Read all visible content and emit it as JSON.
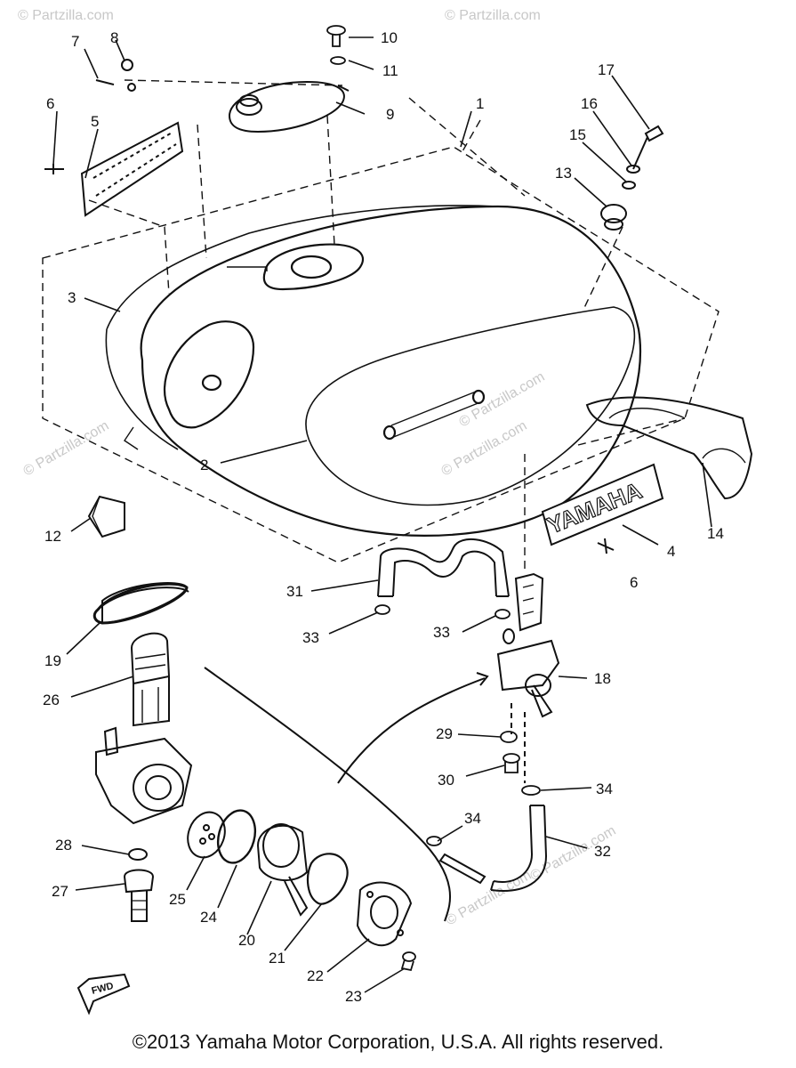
{
  "copyright": "©2013 Yamaha Motor Corporation, U.S.A. All rights reserved.",
  "watermark": "© Partzilla.com",
  "badge_text": "YAMAHA",
  "fwd_text": "FWD",
  "callouts": {
    "c1": "1",
    "c2": "2",
    "c3": "3",
    "c4": "4",
    "c5": "5",
    "c6a": "6",
    "c6b": "6",
    "c7": "7",
    "c8": "8",
    "c9": "9",
    "c10": "10",
    "c11": "11",
    "c12": "12",
    "c13": "13",
    "c14": "14",
    "c15": "15",
    "c16": "16",
    "c17": "17",
    "c18": "18",
    "c19": "19",
    "c20": "20",
    "c21": "21",
    "c22": "22",
    "c23": "23",
    "c24": "24",
    "c25": "25",
    "c26": "26",
    "c27": "27",
    "c28": "28",
    "c29": "29",
    "c30": "30",
    "c31": "31",
    "c32": "32",
    "c33a": "33",
    "c33b": "33",
    "c34a": "34",
    "c34b": "34"
  },
  "colors": {
    "ink": "#111111",
    "watermark": "#c8c8c8",
    "background": "#ffffff"
  }
}
